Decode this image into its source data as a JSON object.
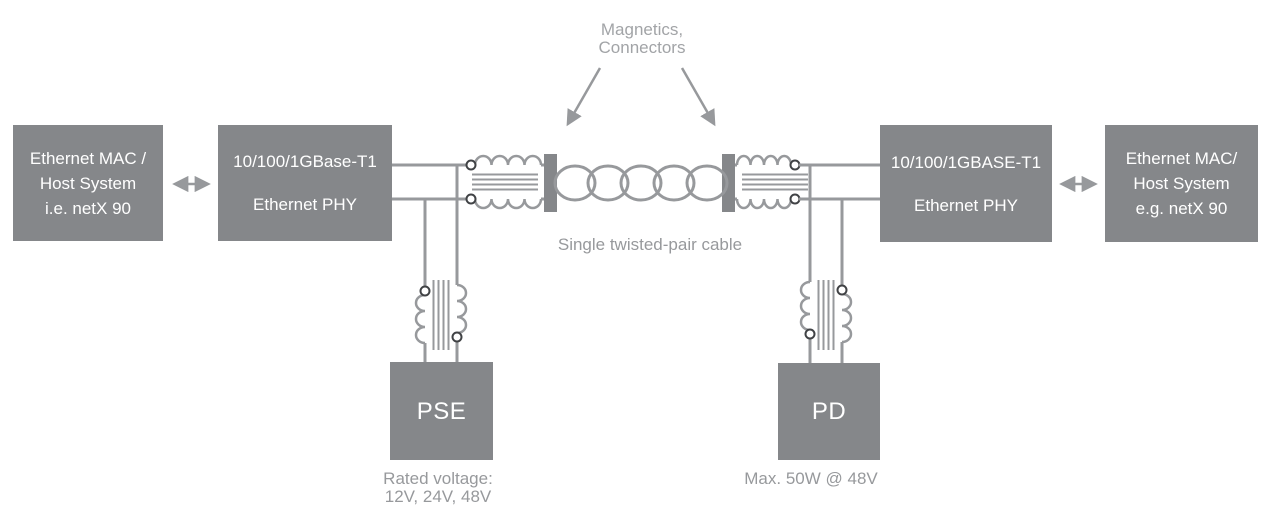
{
  "diagram": {
    "nodes": {
      "mac_left": {
        "line1": "Ethernet MAC /",
        "line2": "Host System",
        "line3": "i.e. netX 90"
      },
      "phy_left": {
        "line1": "10/100/1GBase-T1",
        "line2": "Ethernet PHY"
      },
      "phy_right": {
        "line1": "10/100/1GBASE-T1",
        "line2": "Ethernet PHY"
      },
      "mac_right": {
        "line1": "Ethernet MAC/",
        "line2": "Host System",
        "line3": "e.g. netX 90"
      },
      "pse": {
        "label": "PSE"
      },
      "pd": {
        "label": "PD"
      }
    },
    "labels": {
      "magnetics_line1": "Magnetics,",
      "magnetics_line2": "Connectors",
      "cable": "Single twisted-pair cable",
      "pse_caption_line1": "Rated voltage:",
      "pse_caption_line2": "12V, 24V, 48V",
      "pd_caption": "Max. 50W @ 48V"
    },
    "colors": {
      "box_fill": "#85878a",
      "box_text": "#ffffff",
      "wire": "#97999c",
      "label_text": "#97999c",
      "terminal_ring": "#404245"
    }
  }
}
